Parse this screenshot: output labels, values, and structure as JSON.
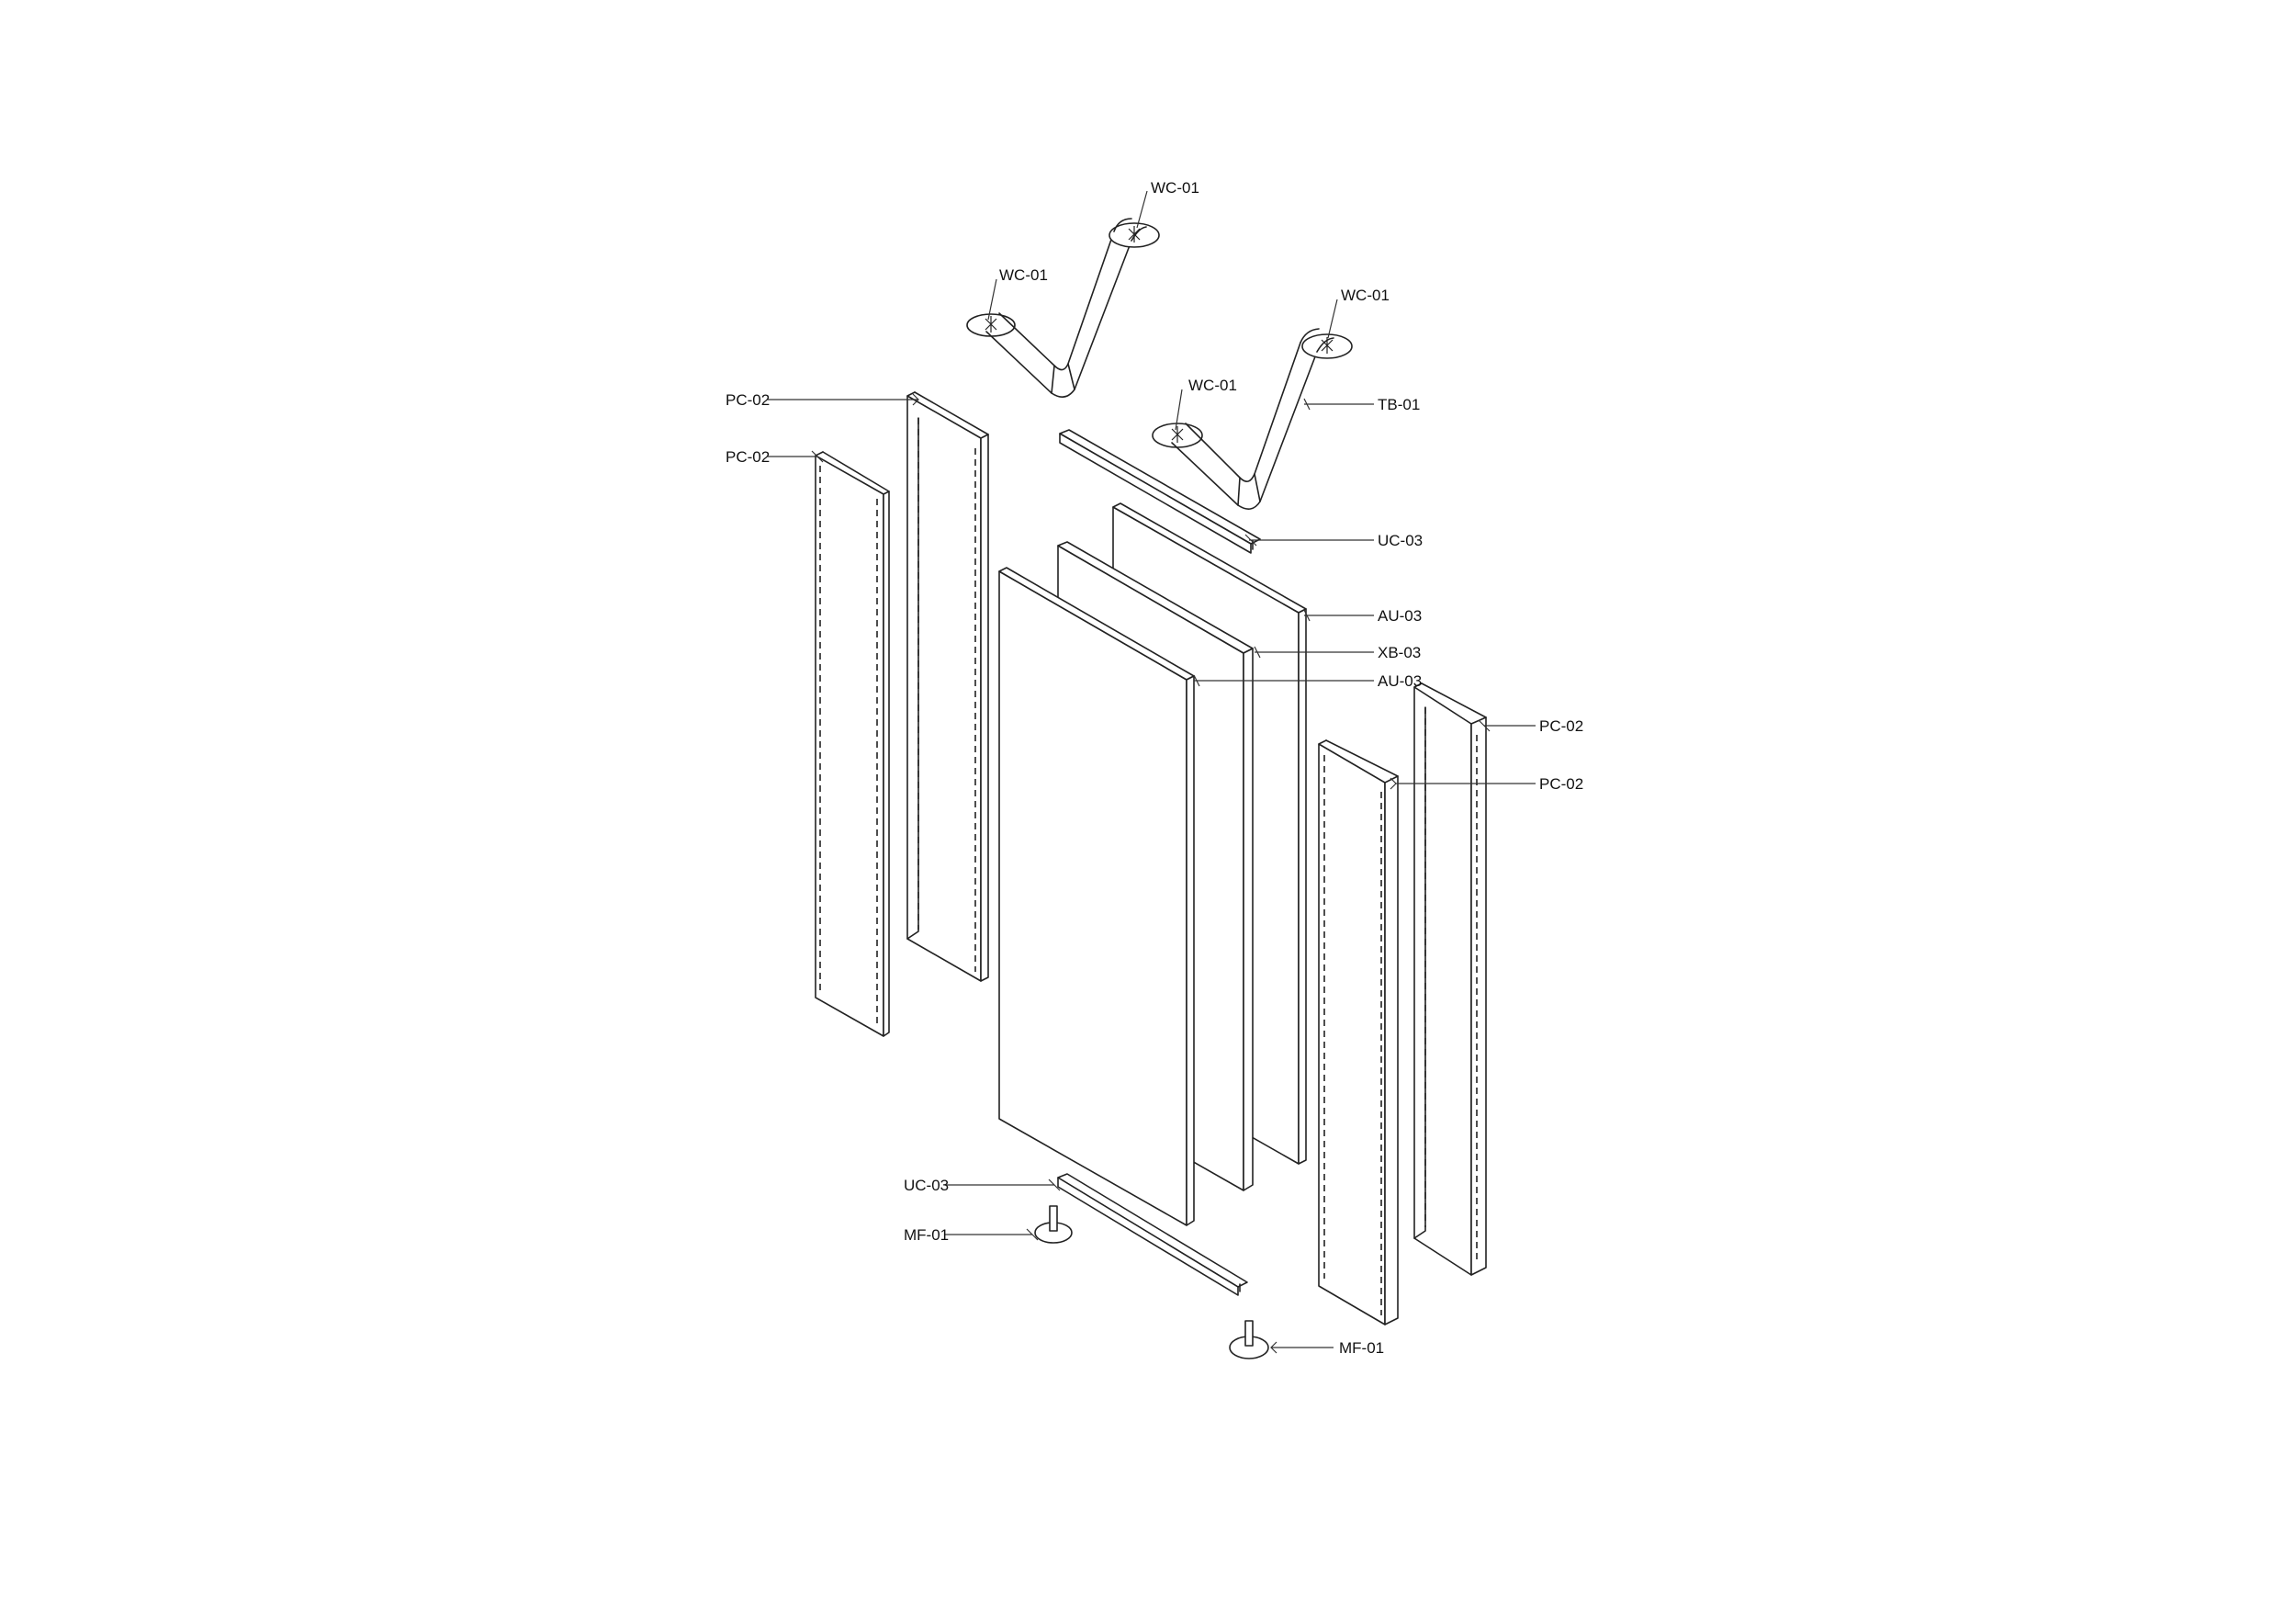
{
  "diagram": {
    "labels": {
      "wc_01_top": "WC-01",
      "wc_01_left": "WC-01",
      "wc_01_right_top": "WC-01",
      "wc_01_right_left": "WC-01",
      "tb_01": "TB-01",
      "pc_02_left_top": "PC-02",
      "pc_02_left_bottom": "PC-02",
      "uc_03_top": "UC-03",
      "au_03_back": "AU-03",
      "xb_03": "XB-03",
      "au_03_front": "AU-03",
      "pc_02_right_top": "PC-02",
      "pc_02_right_bottom": "PC-02",
      "uc_03_bottom": "UC-03",
      "mf_01_left": "MF-01",
      "mf_01_right": "MF-01"
    }
  }
}
